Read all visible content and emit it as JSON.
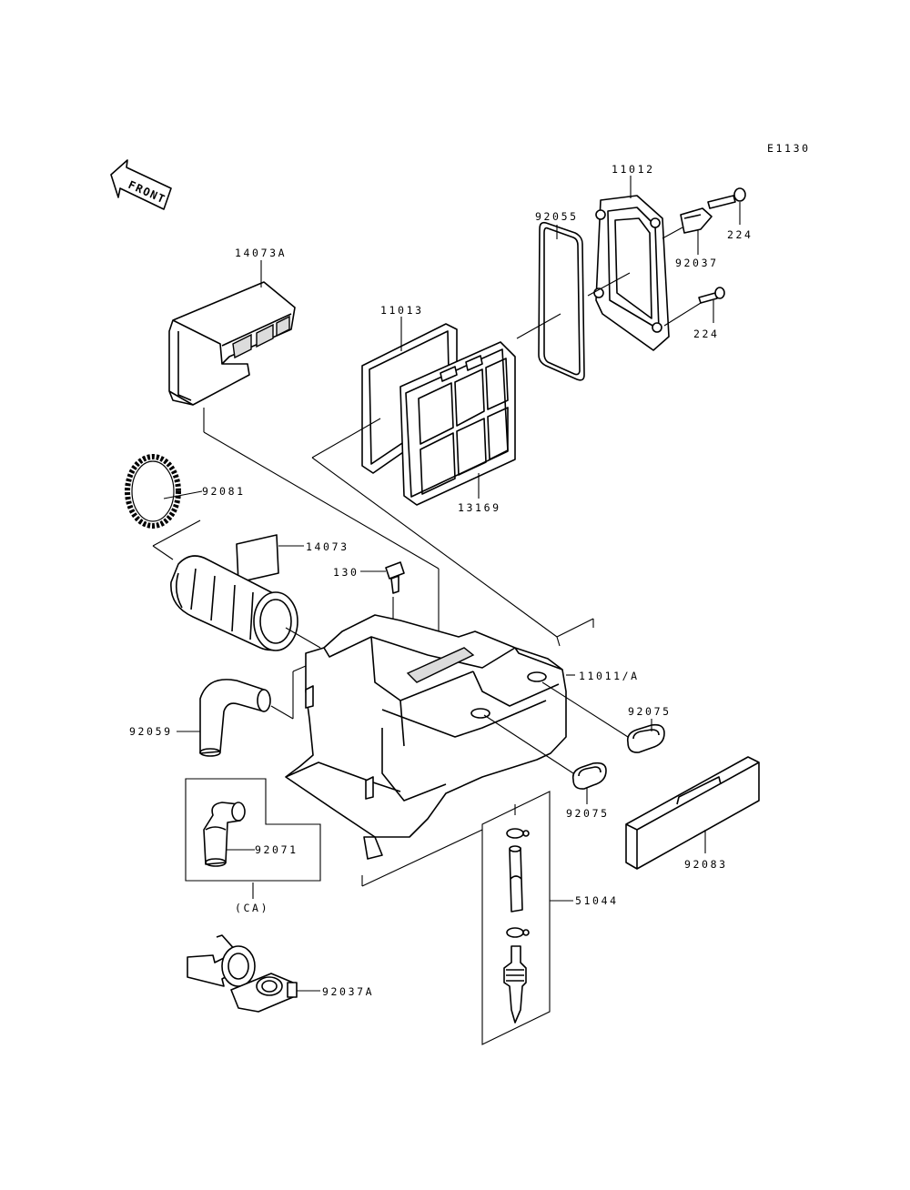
{
  "diagram_code": "E1130",
  "front_label": "FRONT",
  "variant_label": "(CA)",
  "colors": {
    "ink": "#000000",
    "paper": "#ffffff",
    "shade": "#dcdcdc"
  },
  "labels": {
    "p11012": "11012",
    "p92055": "92055",
    "p224a": "224",
    "p92037": "92037",
    "p224b": "224",
    "p14073A": "14073A",
    "p11013": "11013",
    "p13169": "13169",
    "p92081": "92081",
    "p14073": "14073",
    "p130": "130",
    "p11011A": "11011/A",
    "p92075a": "92075",
    "p92059": "92059",
    "p92075b": "92075",
    "p92071": "92071",
    "p92083": "92083",
    "p51044": "51044",
    "p92037A": "92037A"
  }
}
